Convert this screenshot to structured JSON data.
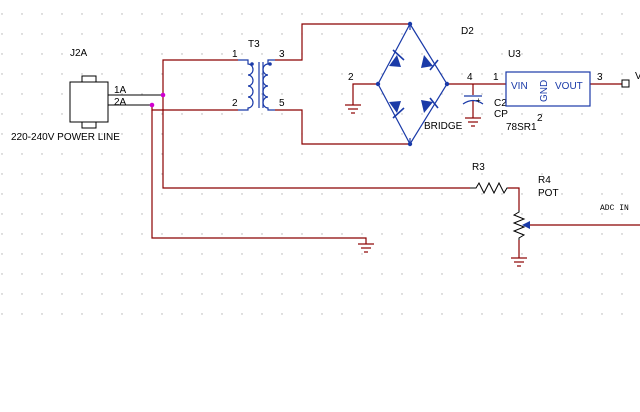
{
  "components": {
    "j2a": {
      "ref": "J2A",
      "desc": "220-240V POWER LINE",
      "pin1": "1A",
      "pin2": "2A"
    },
    "t3": {
      "ref": "T3",
      "pin1": "1",
      "pin2": "2",
      "pin3": "3",
      "pin5": "5"
    },
    "d2": {
      "ref": "D2",
      "value": "BRIDGE",
      "pin2": "2",
      "pin4": "4"
    },
    "u3": {
      "ref": "U3",
      "value": "78SR1",
      "vin": "VIN",
      "gnd": "GND",
      "vout": "VOUT",
      "pin1": "1",
      "pin2": "2",
      "pin3": "3"
    },
    "c2": {
      "ref": "C2",
      "value": "CP"
    },
    "r3": {
      "ref": "R3"
    },
    "r4": {
      "ref": "R4",
      "value": "POT"
    },
    "adc": {
      "label": "ADC IN"
    },
    "out": {
      "label": "V"
    }
  },
  "colors": {
    "wire": "#8b0000",
    "component": "#1a3aa8",
    "junction": "#d000d0",
    "grid": "#b0b0b0",
    "text": "#000000"
  }
}
